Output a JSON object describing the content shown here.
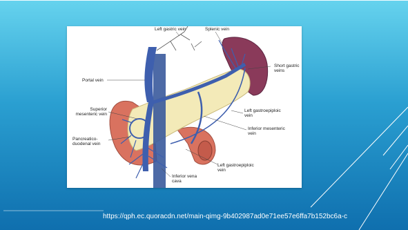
{
  "diagram": {
    "labels": {
      "left_gastric": "Left gastric vein",
      "splenic": "Splenic vein",
      "short_gastric": "Short gastric\nveins",
      "portal": "Portal vein",
      "superior_mesenteric": "Superior\nmesenteric vein",
      "left_gastroepiploic_top": "Left gastroepiploic\nvein",
      "inferior_mesenteric": "Inferior mesenteric\nvein",
      "pancreatico_duodenal": "Pancreatico-\nduodenal vein",
      "left_gastroepiploic_bottom": "Left gastroepiploic\nvein",
      "inferior_vena_cava": "Inferior vena\ncava"
    }
  },
  "footer": {
    "source_url": "https://qph.ec.quoracdn.net/main-qimg-9b402987ad0e71ee57e6ffa7b152bc6a-c"
  },
  "colors": {
    "vein": "#3e5fae",
    "pancreas": "#f3eab8",
    "spleen": "#8a3a5a",
    "intestine": "#d9725f"
  }
}
